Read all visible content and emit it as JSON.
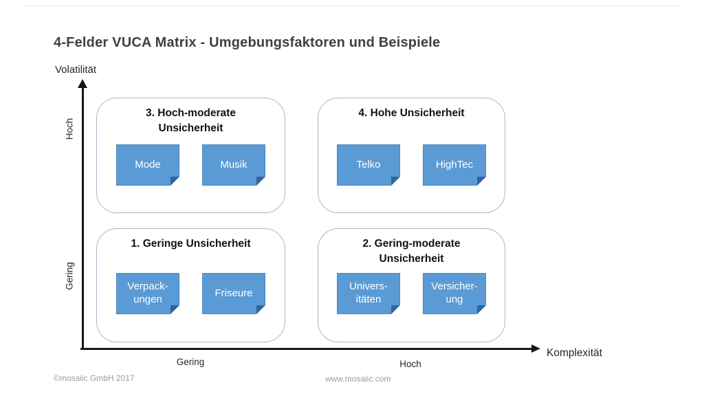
{
  "page": {
    "title": "4-Felder VUCA Matrix - Umgebungsfaktoren und Beispiele"
  },
  "axes": {
    "y": {
      "label": "Volatilität",
      "high": "Hoch",
      "low": "Gering"
    },
    "x": {
      "label": "Komplexität",
      "low": "Gering",
      "high": "Hoch"
    }
  },
  "quadrants": [
    {
      "number": "3",
      "title": "3. Hoch-moderate\nUnsicherheit",
      "notes": [
        "Mode",
        "Musik"
      ]
    },
    {
      "number": "4",
      "title": "4. Hohe Unsicherheit",
      "notes": [
        "Telko",
        "HighTec"
      ]
    },
    {
      "number": "1",
      "title": "1. Geringe Unsicherheit",
      "notes": [
        "Verpack-\nungen",
        "Friseure"
      ]
    },
    {
      "number": "2",
      "title": "2. Gering-moderate\nUnsicherheit",
      "notes": [
        "Univers-\nitäten",
        "Versicher-\nung"
      ]
    }
  ],
  "footer": {
    "copyright": "©mosaiic GmbH 2017",
    "website": "www.mosaiic.com"
  },
  "colors": {
    "note_fill": "#5B9BD5",
    "note_fold": "#35639A",
    "quadrant_border": "#A4B9CD",
    "axis": "#161616",
    "footer_text": "#9B9B9B"
  }
}
